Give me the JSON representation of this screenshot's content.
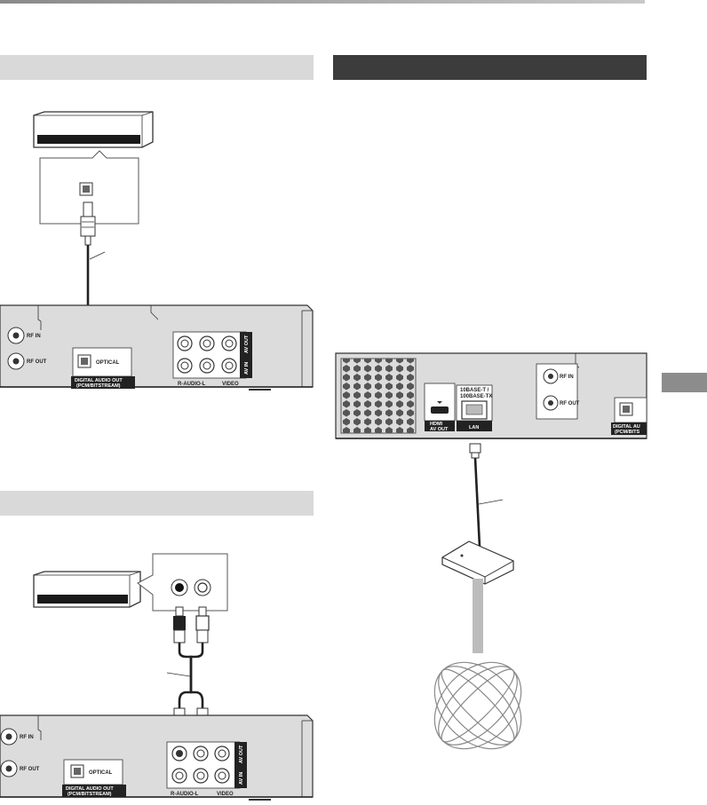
{
  "panel_top": {
    "labels": {
      "rf_in": "RF IN",
      "rf_out": "RF OUT",
      "optical": "OPTICAL",
      "digital_audio_out_1": "DIGITAL AUDIO OUT",
      "digital_audio_out_2": "(PCM/BITSTREAM)",
      "av_out": "AV OUT",
      "av_in": "AV IN",
      "r_audio_l": "R-AUDIO-L",
      "video": "VIDEO"
    }
  },
  "panel_bottom": {
    "labels": {
      "rf_in": "RF IN",
      "rf_out": "RF OUT",
      "optical": "OPTICAL",
      "digital_audio_out_1": "DIGITAL AUDIO OUT",
      "digital_audio_out_2": "(PCM/BITSTREAM)",
      "av_out": "AV OUT",
      "av_in": "AV IN",
      "r_audio_l": "R-AUDIO-L",
      "video": "VIDEO"
    }
  },
  "panel_right": {
    "labels": {
      "lan_spec_1": "10BASE-T /",
      "lan_spec_2": "100BASE-TX",
      "hdmi_logo": "HDMI",
      "av_out": "AV OUT",
      "lan": "LAN",
      "rf_in": "RF IN",
      "rf_out": "RF OUT",
      "digital_audio_1": "DIGITAL AU",
      "digital_audio_2": "(PCM/BITS"
    }
  },
  "colors": {
    "header_light": "#d9d9d9",
    "header_dark": "#3c3c3c",
    "side_tab": "#8c8c8c",
    "panel_fill": "#dcdcdc"
  }
}
